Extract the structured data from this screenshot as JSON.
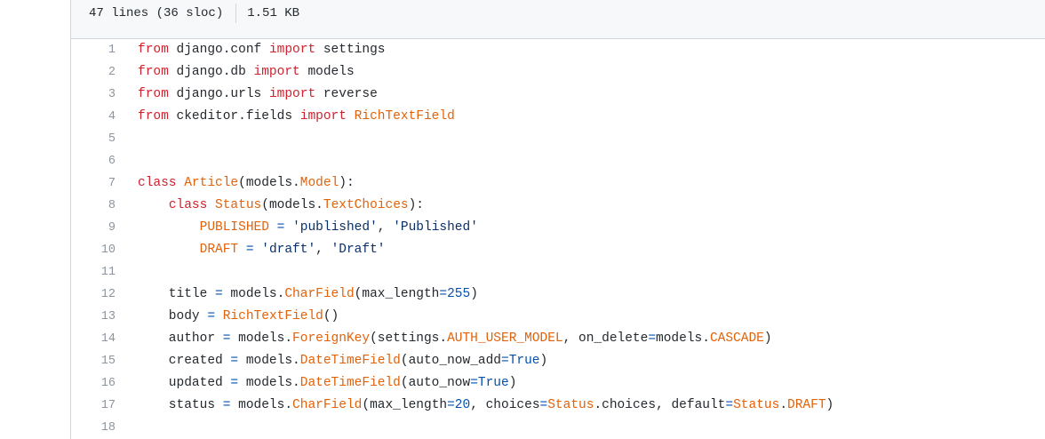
{
  "file_info": {
    "lines_label": "47 lines (36 sloc)",
    "size_label": "1.51 KB"
  },
  "colors": {
    "keyword": "#cf222e",
    "class_name": "#e36209",
    "operator": "#0550ae",
    "string": "#0a3069",
    "text": "#24292f",
    "line_number": "#8c959f"
  },
  "code_lines": [
    {
      "n": "1",
      "tokens": [
        {
          "t": "from",
          "c": "kw"
        },
        {
          "t": " django.conf "
        },
        {
          "t": "import",
          "c": "kw"
        },
        {
          "t": " settings"
        }
      ]
    },
    {
      "n": "2",
      "tokens": [
        {
          "t": "from",
          "c": "kw"
        },
        {
          "t": " django.db "
        },
        {
          "t": "import",
          "c": "kw"
        },
        {
          "t": " models"
        }
      ]
    },
    {
      "n": "3",
      "tokens": [
        {
          "t": "from",
          "c": "kw"
        },
        {
          "t": " django.urls "
        },
        {
          "t": "import",
          "c": "kw"
        },
        {
          "t": " reverse"
        }
      ]
    },
    {
      "n": "4",
      "tokens": [
        {
          "t": "from",
          "c": "kw"
        },
        {
          "t": " ckeditor.fields "
        },
        {
          "t": "import",
          "c": "kw"
        },
        {
          "t": " "
        },
        {
          "t": "RichTextField",
          "c": "cls"
        }
      ]
    },
    {
      "n": "5",
      "tokens": []
    },
    {
      "n": "6",
      "tokens": []
    },
    {
      "n": "7",
      "tokens": [
        {
          "t": "class",
          "c": "kw"
        },
        {
          "t": " "
        },
        {
          "t": "Article",
          "c": "cls"
        },
        {
          "t": "(models."
        },
        {
          "t": "Model",
          "c": "cls"
        },
        {
          "t": "):"
        }
      ]
    },
    {
      "n": "8",
      "tokens": [
        {
          "t": "    "
        },
        {
          "t": "class",
          "c": "kw"
        },
        {
          "t": " "
        },
        {
          "t": "Status",
          "c": "cls"
        },
        {
          "t": "(models."
        },
        {
          "t": "TextChoices",
          "c": "cls"
        },
        {
          "t": "):"
        }
      ]
    },
    {
      "n": "9",
      "tokens": [
        {
          "t": "        "
        },
        {
          "t": "PUBLISHED",
          "c": "cls"
        },
        {
          "t": " "
        },
        {
          "t": "=",
          "c": "op"
        },
        {
          "t": " "
        },
        {
          "t": "'published'",
          "c": "str"
        },
        {
          "t": ", "
        },
        {
          "t": "'Published'",
          "c": "str"
        }
      ]
    },
    {
      "n": "10",
      "tokens": [
        {
          "t": "        "
        },
        {
          "t": "DRAFT",
          "c": "cls"
        },
        {
          "t": " "
        },
        {
          "t": "=",
          "c": "op"
        },
        {
          "t": " "
        },
        {
          "t": "'draft'",
          "c": "str"
        },
        {
          "t": ", "
        },
        {
          "t": "'Draft'",
          "c": "str"
        }
      ]
    },
    {
      "n": "11",
      "tokens": []
    },
    {
      "n": "12",
      "tokens": [
        {
          "t": "    title "
        },
        {
          "t": "=",
          "c": "op"
        },
        {
          "t": " models."
        },
        {
          "t": "CharField",
          "c": "cls"
        },
        {
          "t": "(max_length"
        },
        {
          "t": "=",
          "c": "op"
        },
        {
          "t": "255",
          "c": "num"
        },
        {
          "t": ")"
        }
      ]
    },
    {
      "n": "13",
      "tokens": [
        {
          "t": "    body "
        },
        {
          "t": "=",
          "c": "op"
        },
        {
          "t": " "
        },
        {
          "t": "RichTextField",
          "c": "cls"
        },
        {
          "t": "()"
        }
      ]
    },
    {
      "n": "14",
      "tokens": [
        {
          "t": "    author "
        },
        {
          "t": "=",
          "c": "op"
        },
        {
          "t": " models."
        },
        {
          "t": "ForeignKey",
          "c": "cls"
        },
        {
          "t": "(settings."
        },
        {
          "t": "AUTH_USER_MODEL",
          "c": "cls"
        },
        {
          "t": ", on_delete"
        },
        {
          "t": "=",
          "c": "op"
        },
        {
          "t": "models."
        },
        {
          "t": "CASCADE",
          "c": "cls"
        },
        {
          "t": ")"
        }
      ]
    },
    {
      "n": "15",
      "tokens": [
        {
          "t": "    created "
        },
        {
          "t": "=",
          "c": "op"
        },
        {
          "t": " models."
        },
        {
          "t": "DateTimeField",
          "c": "cls"
        },
        {
          "t": "(auto_now_add"
        },
        {
          "t": "=",
          "c": "op"
        },
        {
          "t": "True",
          "c": "bool"
        },
        {
          "t": ")"
        }
      ]
    },
    {
      "n": "16",
      "tokens": [
        {
          "t": "    updated "
        },
        {
          "t": "=",
          "c": "op"
        },
        {
          "t": " models."
        },
        {
          "t": "DateTimeField",
          "c": "cls"
        },
        {
          "t": "(auto_now"
        },
        {
          "t": "=",
          "c": "op"
        },
        {
          "t": "True",
          "c": "bool"
        },
        {
          "t": ")"
        }
      ]
    },
    {
      "n": "17",
      "tokens": [
        {
          "t": "    status "
        },
        {
          "t": "=",
          "c": "op"
        },
        {
          "t": " models."
        },
        {
          "t": "CharField",
          "c": "cls"
        },
        {
          "t": "(max_length"
        },
        {
          "t": "=",
          "c": "op"
        },
        {
          "t": "20",
          "c": "num"
        },
        {
          "t": ", choices"
        },
        {
          "t": "=",
          "c": "op"
        },
        {
          "t": "Status",
          "c": "cls"
        },
        {
          "t": ".choices, default"
        },
        {
          "t": "=",
          "c": "op"
        },
        {
          "t": "Status",
          "c": "cls"
        },
        {
          "t": "."
        },
        {
          "t": "DRAFT",
          "c": "cls"
        },
        {
          "t": ")"
        }
      ]
    },
    {
      "n": "18",
      "tokens": []
    }
  ]
}
